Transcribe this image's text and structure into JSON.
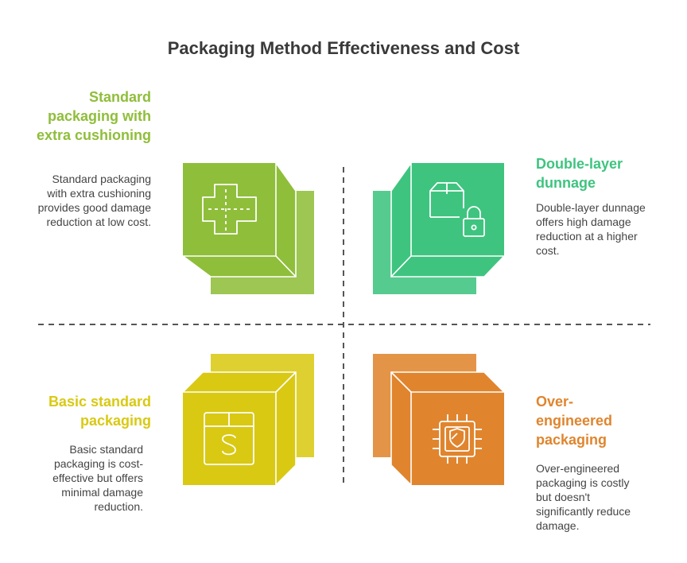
{
  "title": "Packaging Method Effectiveness and Cost",
  "colors": {
    "green": "#8fbe3a",
    "teal": "#3ec47f",
    "yellow": "#d9c913",
    "orange": "#e0852e",
    "text": "#444444",
    "divider": "#555555"
  },
  "quadrants": {
    "top_left": {
      "title": "Standard packaging with extra cushioning",
      "description": "Standard packaging with extra cushioning provides good damage reduction at low cost.",
      "icon": "first-aid-cross-icon"
    },
    "top_right": {
      "title": "Double-layer dunnage",
      "description": "Double-layer dunnage offers high damage reduction at a higher cost.",
      "icon": "locked-box-icon"
    },
    "bottom_left": {
      "title": "Basic standard packaging",
      "description": "Basic standard packaging is cost-effective but offers minimal damage reduction.",
      "icon": "dollar-box-icon"
    },
    "bottom_right": {
      "title": "Over-engineered packaging",
      "description": "Over-engineered packaging is costly but doesn't significantly reduce damage.",
      "icon": "shield-chip-icon"
    }
  }
}
